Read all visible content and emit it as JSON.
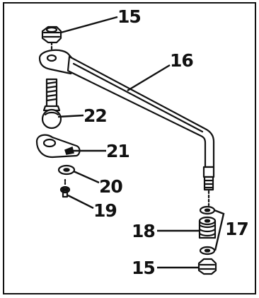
{
  "diagram": {
    "callouts": [
      {
        "id": "15-top",
        "text": "15"
      },
      {
        "id": "16",
        "text": "16"
      },
      {
        "id": "22",
        "text": "22"
      },
      {
        "id": "21",
        "text": "21"
      },
      {
        "id": "20",
        "text": "20"
      },
      {
        "id": "19",
        "text": "19"
      },
      {
        "id": "18",
        "text": "18"
      },
      {
        "id": "17",
        "text": "17"
      },
      {
        "id": "15-bottom",
        "text": "15"
      }
    ]
  }
}
